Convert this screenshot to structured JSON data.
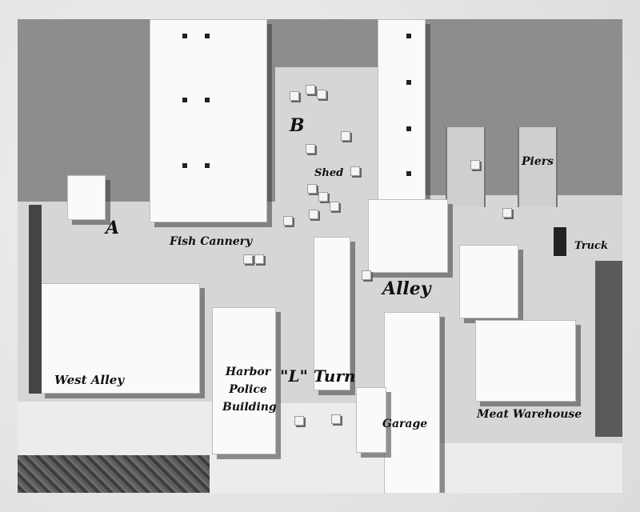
{
  "map": {
    "labels": {
      "fish_cannery": "Fish Cannery",
      "shed": "Shed",
      "piers": "Piers",
      "truck": "Truck",
      "alley": "Alley",
      "west_alley": "West Alley",
      "harbor_police": "Harbor Police Building",
      "l_turn": "\"L\" Turn",
      "garage": "Garage",
      "meat_warehouse": "Meat Warehouse",
      "point_a": "A",
      "point_b": "B"
    },
    "colors": {
      "water": "#8d8d8d",
      "ground": "#d6d6d6",
      "roof": "#fafafa"
    }
  }
}
